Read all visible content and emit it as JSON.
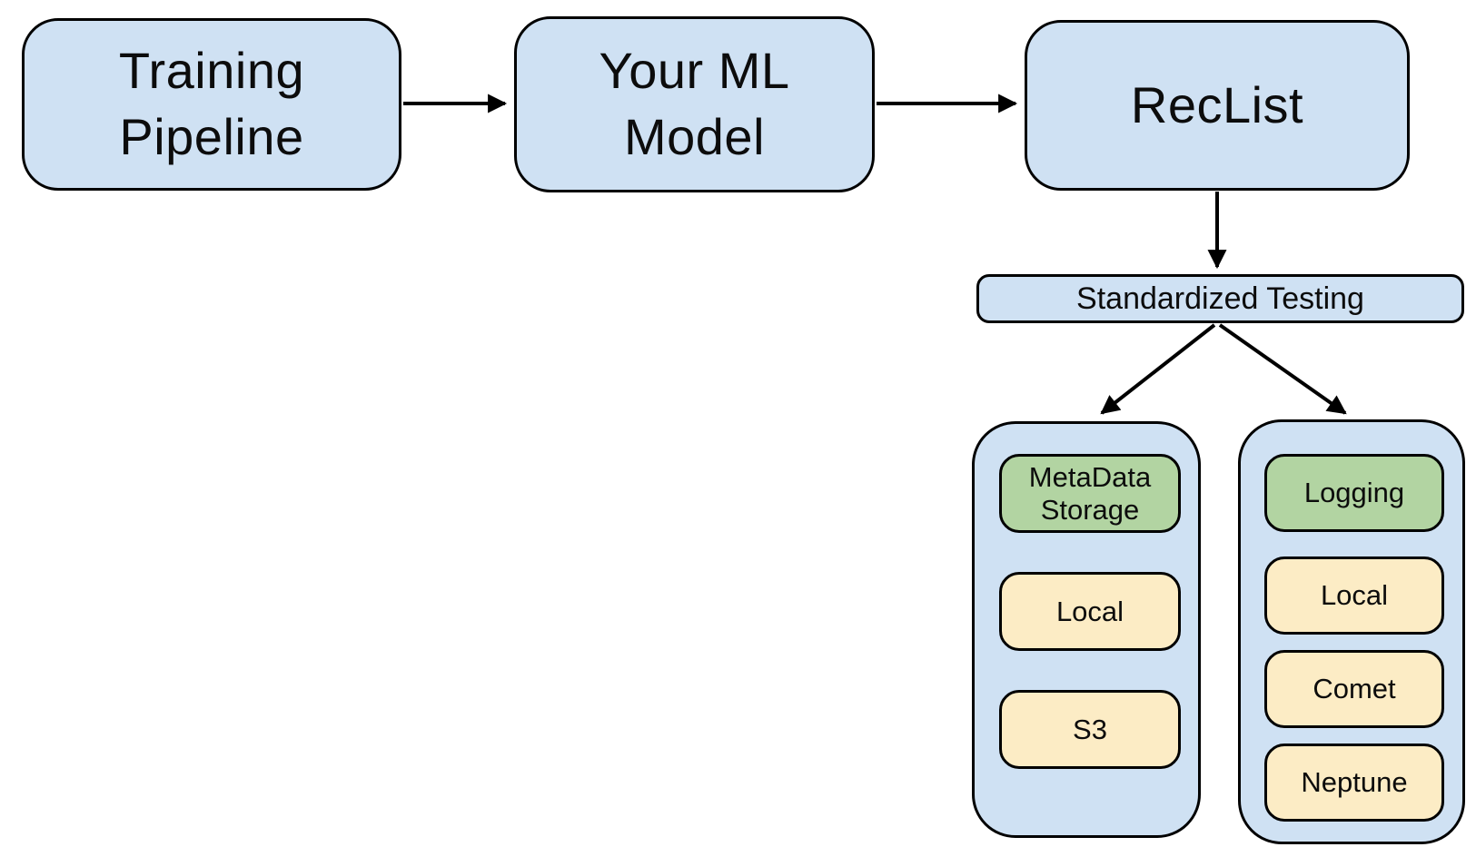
{
  "palette": {
    "blue": "#cfe1f3",
    "green": "#b2d4a2",
    "yellow": "#fcecc5",
    "stroke": "#000000",
    "text": "#0c0c0c",
    "background": "#ffffff"
  },
  "pipeline": {
    "training": {
      "line1": "Training",
      "line2": "Pipeline"
    },
    "ml_model": {
      "line1": "Your ML",
      "line2": "Model"
    },
    "reclist": {
      "label": "RecList"
    },
    "standardized_testing": {
      "label": "Standardized Testing"
    }
  },
  "metadata_storage_group": {
    "header": {
      "line1": "MetaData",
      "line2": "Storage"
    },
    "options": [
      {
        "label": "Local"
      },
      {
        "label": "S3"
      }
    ]
  },
  "logging_group": {
    "header": {
      "label": "Logging"
    },
    "options": [
      {
        "label": "Local"
      },
      {
        "label": "Comet"
      },
      {
        "label": "Neptune"
      }
    ]
  }
}
